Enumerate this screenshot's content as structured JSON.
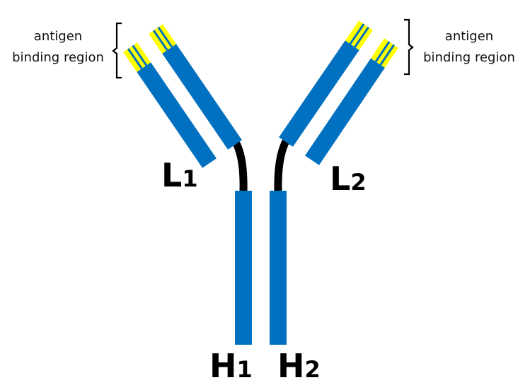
{
  "annotations": {
    "left": {
      "line1": "antigen",
      "line2": "binding region"
    },
    "right": {
      "line1": "antigen",
      "line2": "binding region"
    }
  },
  "labels": {
    "L1": {
      "letter": "L",
      "sub": "1"
    },
    "L2": {
      "letter": "L",
      "sub": "2"
    },
    "H1": {
      "letter": "H",
      "sub": "1"
    },
    "H2": {
      "letter": "H",
      "sub": "2"
    }
  },
  "colors": {
    "chain": "#0070C0",
    "antigen_site": "#FFFF00",
    "hinge": "#000000"
  }
}
